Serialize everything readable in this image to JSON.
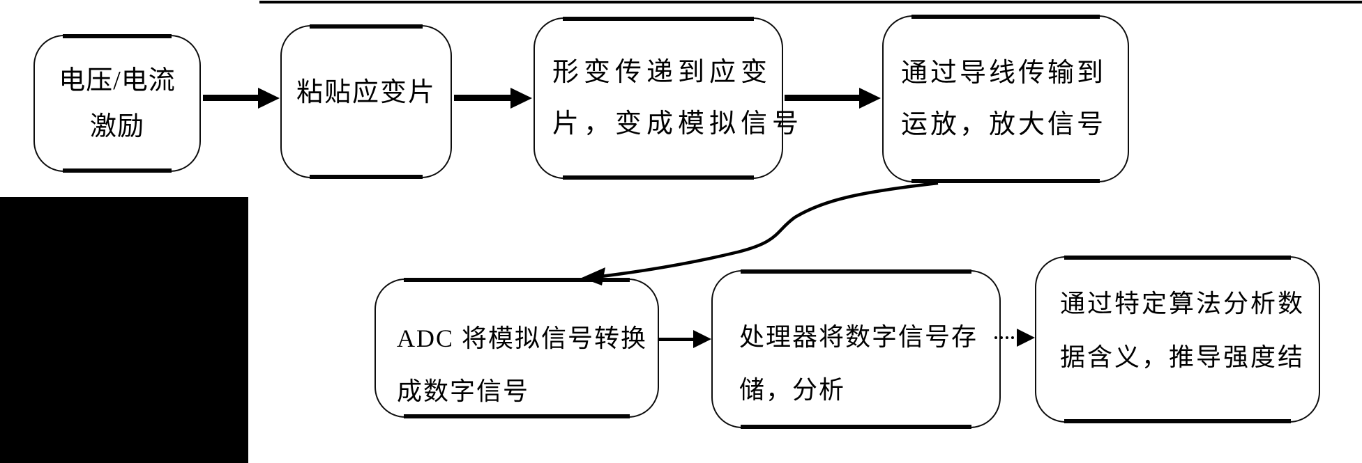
{
  "page": {
    "background": "#ffffff",
    "ink": "#000000"
  },
  "diagram": {
    "type": "flowchart",
    "language": "zh",
    "top_rule_present": true,
    "redaction_block_present": true,
    "nodes": [
      {
        "id": "excitation",
        "lines": [
          "电压/电流",
          "激励"
        ]
      },
      {
        "id": "attach-strain-gauge",
        "lines": [
          "粘贴应变片"
        ]
      },
      {
        "id": "deformation-to-gauge",
        "lines": [
          "形变传递到应变",
          "片，变成模拟信号"
        ]
      },
      {
        "id": "wire-to-opamp",
        "lines": [
          "通过导线传输到",
          "运放，放大信号"
        ]
      },
      {
        "id": "adc-convert",
        "lines": [
          "ADC 将模拟信号转换",
          "成数字信号"
        ]
      },
      {
        "id": "processor-store",
        "lines": [
          "处理器将数字信号存",
          "储，分析"
        ]
      },
      {
        "id": "algorithm-analysis",
        "lines": [
          "通过特定算法分析数",
          "据含义，推导强度结"
        ]
      }
    ],
    "connectors": [
      {
        "from": "excitation",
        "to": "attach-strain-gauge",
        "style": "solid-arrow"
      },
      {
        "from": "attach-strain-gauge",
        "to": "deformation-to-gauge",
        "style": "solid-arrow"
      },
      {
        "from": "deformation-to-gauge",
        "to": "wire-to-opamp",
        "style": "solid-arrow"
      },
      {
        "from": "wire-to-opamp",
        "to": "adc-convert",
        "style": "curved-arrow"
      },
      {
        "from": "adc-convert",
        "to": "processor-store",
        "style": "solid-arrow"
      },
      {
        "from": "processor-store",
        "to": "algorithm-analysis",
        "style": "dotted-arrow"
      }
    ]
  }
}
